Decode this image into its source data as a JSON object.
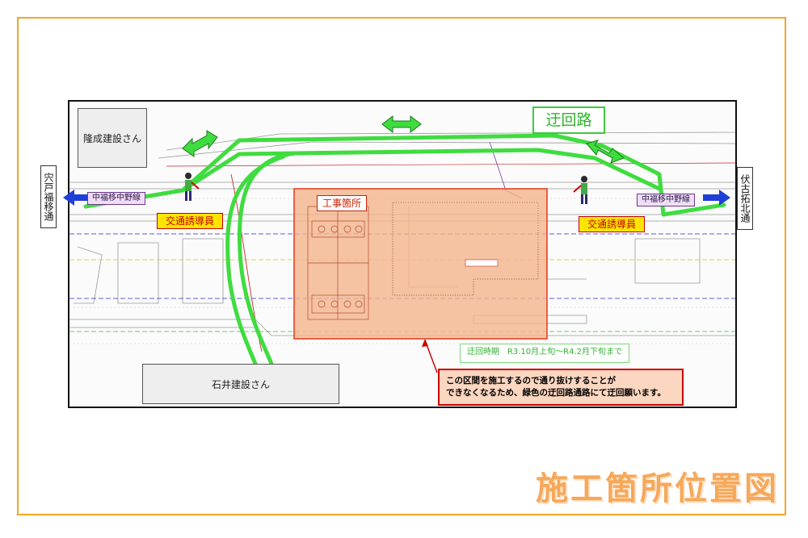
{
  "directions": {
    "left": "宍戸福移通",
    "right": "伏古拓北通"
  },
  "route_left": "中福移中野線",
  "route_right": "中福移中野線",
  "guide_left": "交通誘導員",
  "guide_right": "交通誘導員",
  "company_top_left": "隆成建設さん",
  "company_bottom": "石井建設さん",
  "detour_label": "迂回路",
  "site_label": "工事箇所",
  "detour_period": "迂回時期　R3.10月上旬〜R4.2月下旬まで",
  "notice_line1": "この区間を施工するので通り抜けすることが",
  "notice_line2": "できなくなるため、緑色の迂回路通路にて迂回願います。",
  "page_title": "施工箇所位置図",
  "colors": {
    "frame": "#f5a623",
    "detour_green": "#3fdc3f",
    "site_fill": "#f4b48c",
    "site_border": "#e03a1e",
    "title": "#f6a85a",
    "arrow_blue": "#1f3fd8"
  }
}
